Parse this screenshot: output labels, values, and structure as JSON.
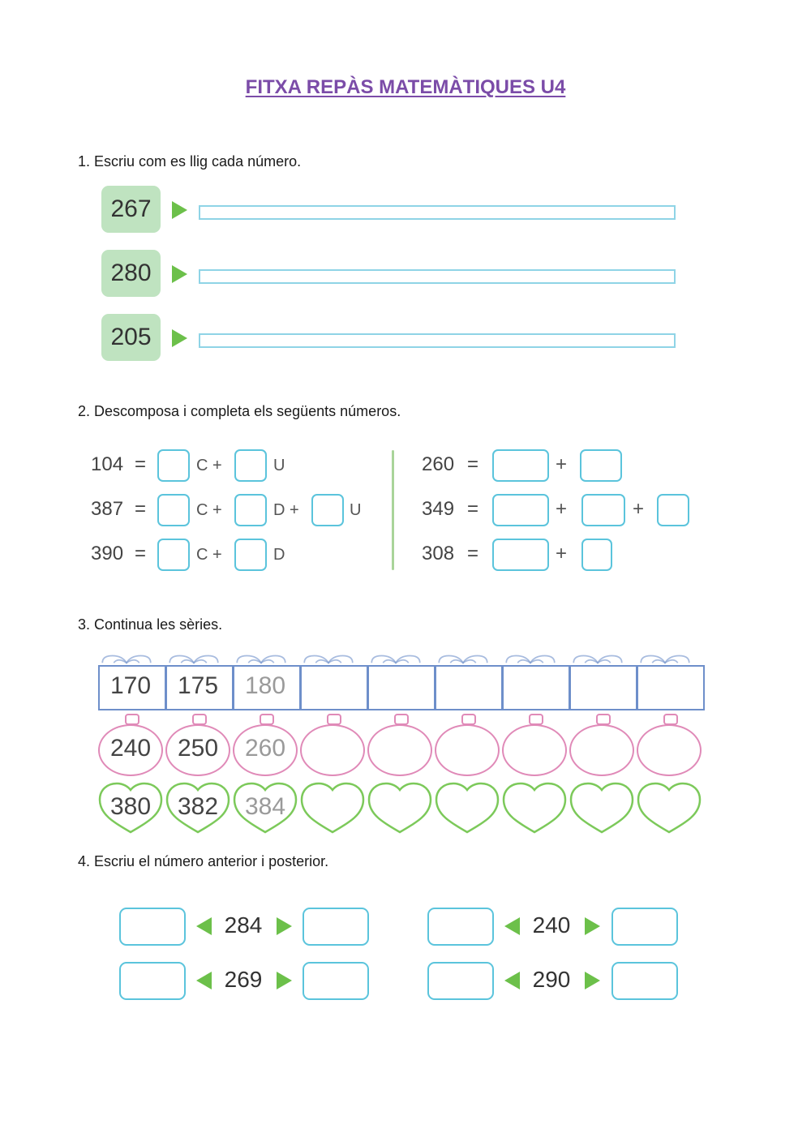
{
  "title": "FITXA REPÀS MATEMÀTIQUES U4",
  "exercise1": {
    "instruction": "1. Escriu com es llig cada número.",
    "numbers": [
      "267",
      "280",
      "205"
    ]
  },
  "exercise2": {
    "instruction": "2. Descomposa i completa els següents números.",
    "left": [
      {
        "number": "104",
        "equals": "=",
        "units": [
          "C +",
          "U"
        ]
      },
      {
        "number": "387",
        "equals": "=",
        "units": [
          "C +",
          "D +",
          "U"
        ]
      },
      {
        "number": "390",
        "equals": "=",
        "units": [
          "C +",
          "D"
        ]
      }
    ],
    "right": [
      {
        "number": "260",
        "equals": "=",
        "plus": [
          "+"
        ]
      },
      {
        "number": "349",
        "equals": "=",
        "plus": [
          "+",
          "+"
        ]
      },
      {
        "number": "308",
        "equals": "=",
        "plus": [
          "+"
        ]
      }
    ]
  },
  "exercise3": {
    "instruction": "3. Continua les sèries.",
    "gifts": [
      "170",
      "175",
      "180"
    ],
    "ornaments": [
      "240",
      "250",
      "260"
    ],
    "hearts": [
      "380",
      "382",
      "384"
    ]
  },
  "exercise4": {
    "instruction": "4. Escriu el número anterior i posterior.",
    "numbers": [
      "284",
      "269",
      "240",
      "290"
    ]
  },
  "colors": {
    "title": "#7b4ca8",
    "badge": "#bfe3c0",
    "arrow": "#6cc04a",
    "box_border": "#5bc4dc",
    "gift": "#6e8fca",
    "ornament": "#e08ab8",
    "heart": "#7cc95a"
  }
}
